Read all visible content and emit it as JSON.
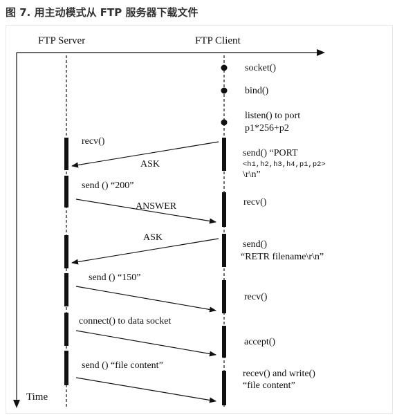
{
  "caption": "图 7. 用主动模式从 FTP 服务器下载文件",
  "diagram": {
    "server_label": "FTP Server",
    "client_label": "FTP Client",
    "time_label": "Time",
    "client_calls": {
      "socket": "socket()",
      "bind": "bind()",
      "listen_line1": "listen() to port",
      "listen_line2": "p1*256+p2",
      "send_port_line1": "send() “PORT",
      "send_port_line2": "<h1,h2,h3,h4,p1,p2>",
      "send_port_line3": "\\r\\n”",
      "recv1": "recv()",
      "send_retr_line1": "send()",
      "send_retr_line2": "“RETR filename\\r\\n”",
      "recv2": "recv()",
      "accept": "accept()",
      "recev_write_line1": "recev() and write()",
      "recev_write_line2": "“file content”"
    },
    "server_calls": {
      "recv": "recv()",
      "send_200": "send () “200”",
      "send_150": "send () “150”",
      "connect": "connect() to data socket",
      "send_file": "send () “file content”"
    },
    "arrow_labels": {
      "ask1": "ASK",
      "answer": "ANSWER",
      "ask2": "ASK"
    }
  }
}
